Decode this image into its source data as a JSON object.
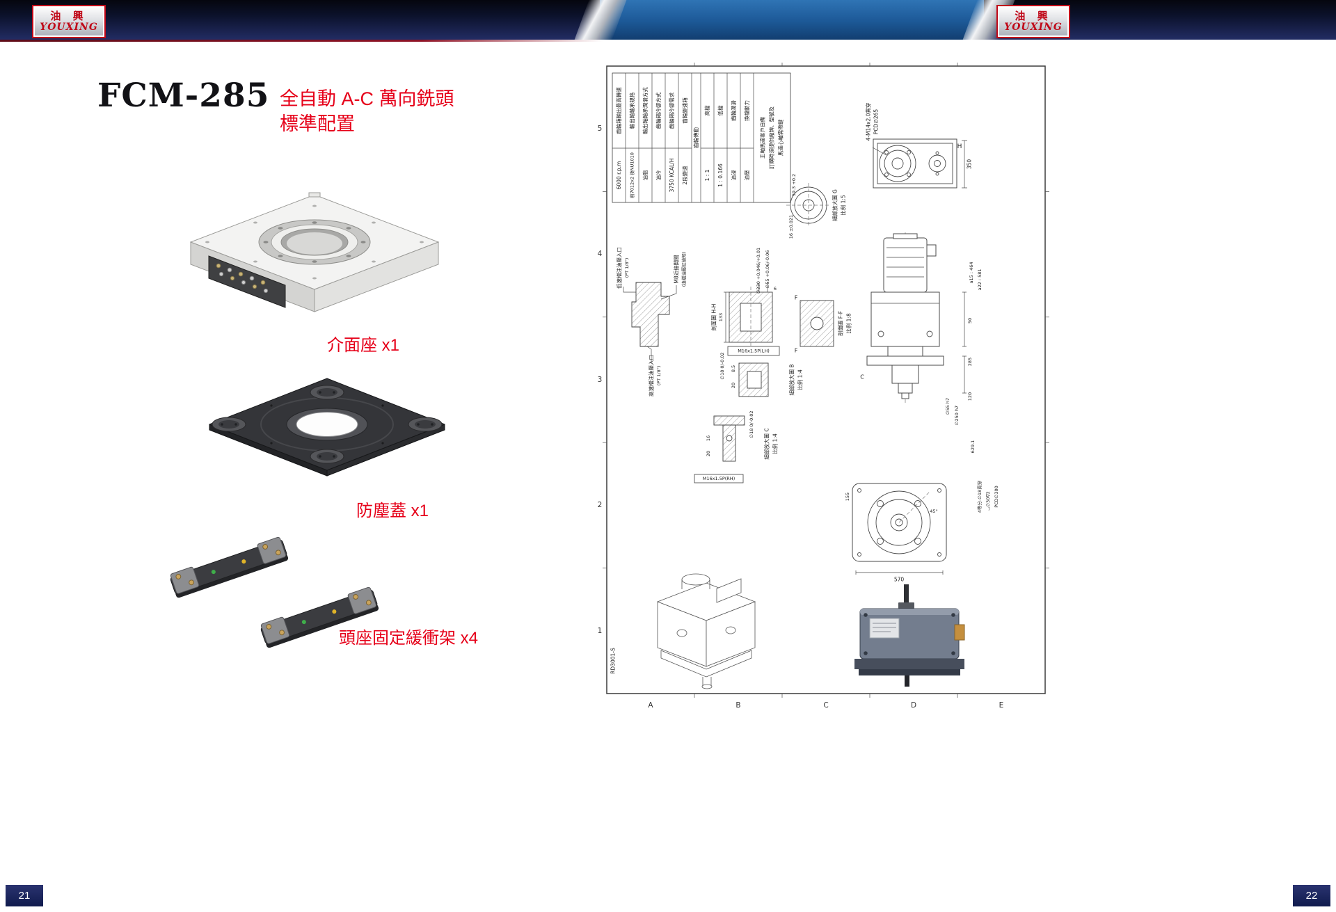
{
  "header": {
    "logo_cn": "油 興",
    "logo_en": "YOUXING"
  },
  "left_page": {
    "model": "FCM-285",
    "subtitle1": "全自動 A-C 萬向銑頭",
    "subtitle2": "標準配置",
    "item1_label": "介面座 x1",
    "item2_label": "防塵蓋 x1",
    "item3_label": "頭座固定緩衝架 x4",
    "page_number": "21"
  },
  "right_page": {
    "page_number": "22"
  },
  "drawing": {
    "grid_rows": [
      "5",
      "4",
      "3",
      "2",
      "1"
    ],
    "grid_cols": [
      "A",
      "B",
      "C",
      "D",
      "E"
    ],
    "spec_table": {
      "group_label": "齒輪傳動",
      "rows": [
        {
          "label": "齒輪箱輸出最高轉速",
          "value": "6000 r.p.m"
        },
        {
          "label": "輸出軸軸承規格",
          "value": "前7012x2 後NU1010"
        },
        {
          "label": "輸出軸軸承潤滑方式",
          "value": "油脂"
        },
        {
          "label": "齒輪箱冷卻方式",
          "value": "油冷"
        },
        {
          "label": "齒輪箱冷卻需求",
          "value": "3750 KCAL/H"
        },
        {
          "label": "齒輪變速箱",
          "value": "2段變速"
        },
        {
          "label": "高檔",
          "value": "1 : 1"
        },
        {
          "label": "低檔",
          "value": "1 : 0.166"
        },
        {
          "label": "齒輪潤滑",
          "value": "油浸"
        },
        {
          "label": "換檔動力",
          "value": "油壓"
        }
      ],
      "notes": [
        "主軸馬達客戶自備",
        "訂購時須提供廠牌、型號及",
        "馬達心軸需帶鍵"
      ]
    },
    "ann": {
      "flange1": "4-M14x2.0貫穿",
      "flange2": "PCD∅265",
      "d350": "350",
      "H": "H",
      "G_title": "細部放大圖 G",
      "G_scale": "比例 1:5",
      "d593": "59.3 +0.2",
      "d16t": "16 ±0.021",
      "port_low1": "低速檔注油壓入口",
      "port_low2": "(PT 1/8\")",
      "m8a": "M8近接開關",
      "m8b": "(換檔油壓缸檢知)",
      "port_high1": "高速檔注油壓入口",
      "port_high2": "(PT 1/8\")",
      "HH": "剖面圖 H-H",
      "d133": "133",
      "d230": "∅230 +0.046/+0.01",
      "d55t": "∅55 +0.06/-0.06",
      "d6": "6",
      "m16lh": "M16x1.5P(LH)",
      "d18a": "∅18 0/-0.02",
      "d85": "8.5",
      "d20a": "20",
      "B_title": "細部放大圖 B",
      "B_scale": "比例 1:4",
      "F": "F",
      "FF": "剖面圖 F-F",
      "FF_scale": "比例 1:8",
      "C_title": "細部放大圖 C",
      "C_scale": "比例 1:4",
      "m16rh": "M16x1.5P(RH)",
      "d18b": "∅18 0/-0.02",
      "d16": "16",
      "d20b": "20",
      "C": "C",
      "a15": "a15 : 464",
      "a22": "a22 : 581",
      "d50": "50",
      "d285": "285",
      "d120": "120",
      "d55h7": "∅55 h7",
      "d250h7": "∅250 h7",
      "d155": "155",
      "d45": "45°",
      "d570": "570",
      "d6291": "629.1",
      "note4": "4等分-∅18貫穿",
      "note30": "⌴∅30∇2",
      "pcd300": "PCD∅300",
      "dwg_no": "RD3001-S"
    }
  }
}
